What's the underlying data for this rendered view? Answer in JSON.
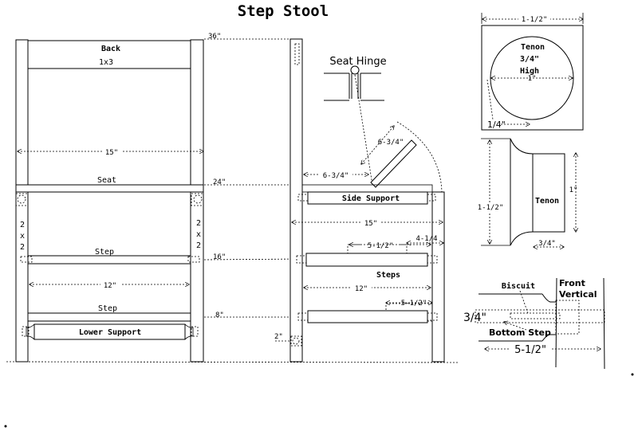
{
  "title": "Step Stool",
  "front_view": {
    "back_label": "Back",
    "back_size": "1x3",
    "width_dim": "15\"",
    "seat_label": "Seat",
    "leg_size": [
      "2",
      "x",
      "2"
    ],
    "step_label": "Step",
    "step_width_dim": "12\"",
    "lower_step_label": "Step",
    "lower_support_label": "Lower Support"
  },
  "heights": {
    "h36": "36\"",
    "h24": "24\"",
    "h16": "16\"",
    "h8": "8\"",
    "h2": "2\""
  },
  "side_view": {
    "seat_hinge_label": "Seat Hinge",
    "arm_dim": "6-3/4\"",
    "offset_dim": "6-3/4\"",
    "side_support_label": "Side Support",
    "depth_dim": "15\"",
    "step_depth_dim": "5-1/2\"",
    "step_overhang_dim": "4-1/4",
    "steps_label": "Steps",
    "steps_spacing_dim": "12\"",
    "lower_step_depth_dim": "5-1/2\""
  },
  "tenon_top": {
    "width_dim": "1-1/2\"",
    "label_lines": [
      "Tenon",
      "3/4\"",
      "High"
    ],
    "diameter_dim": "1\"",
    "offset_dim": "1/4\""
  },
  "tenon_side": {
    "height_dim": "1-1/2\"",
    "label": "Tenon",
    "tenon_height_dim": "1\"",
    "length_dim": "3/4\""
  },
  "biscuit_detail": {
    "biscuit_label": "Biscuit",
    "front_vertical_label": [
      "Front",
      "Vertical"
    ],
    "thickness_dim": "3/4\"",
    "bottom_step_label": "Bottom Step",
    "width_dim": "5-1/2\""
  }
}
